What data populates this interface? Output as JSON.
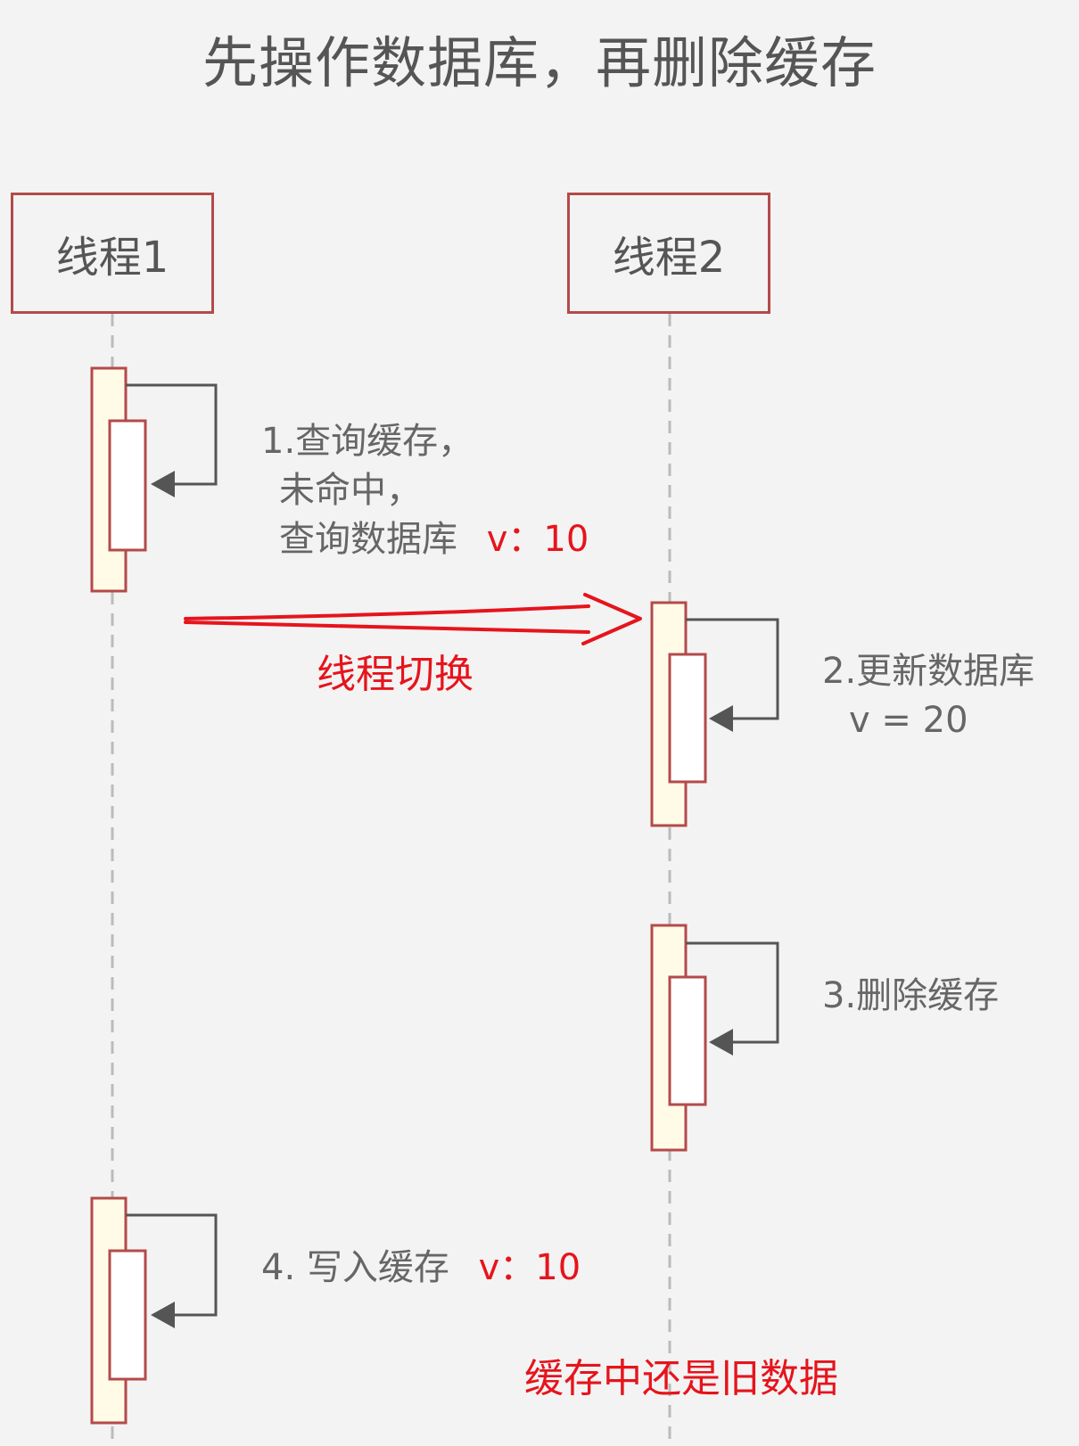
{
  "title": "先操作数据库，再删除缓存",
  "participants": [
    {
      "label": "线程1"
    },
    {
      "label": "线程2"
    }
  ],
  "steps": {
    "step1": {
      "line1": "1.查询缓存，",
      "line2": "未命中，",
      "line3": "查询数据库",
      "value": "v：10"
    },
    "step2": {
      "line1": "2.更新数据库",
      "line2": "v = 20"
    },
    "step3": {
      "line1": "3.删除缓存"
    },
    "step4": {
      "line1": "4. 写入缓存",
      "value": "v：10"
    }
  },
  "annotations": {
    "thread_switch": "线程切换",
    "stale_cache": "缓存中还是旧数据"
  },
  "colors": {
    "border": "#b44a4a",
    "activation_fill": "#fffbe6",
    "annotation_red": "#e6141c",
    "lifeline": "#bbbbbb",
    "self_arrow": "#555555"
  }
}
